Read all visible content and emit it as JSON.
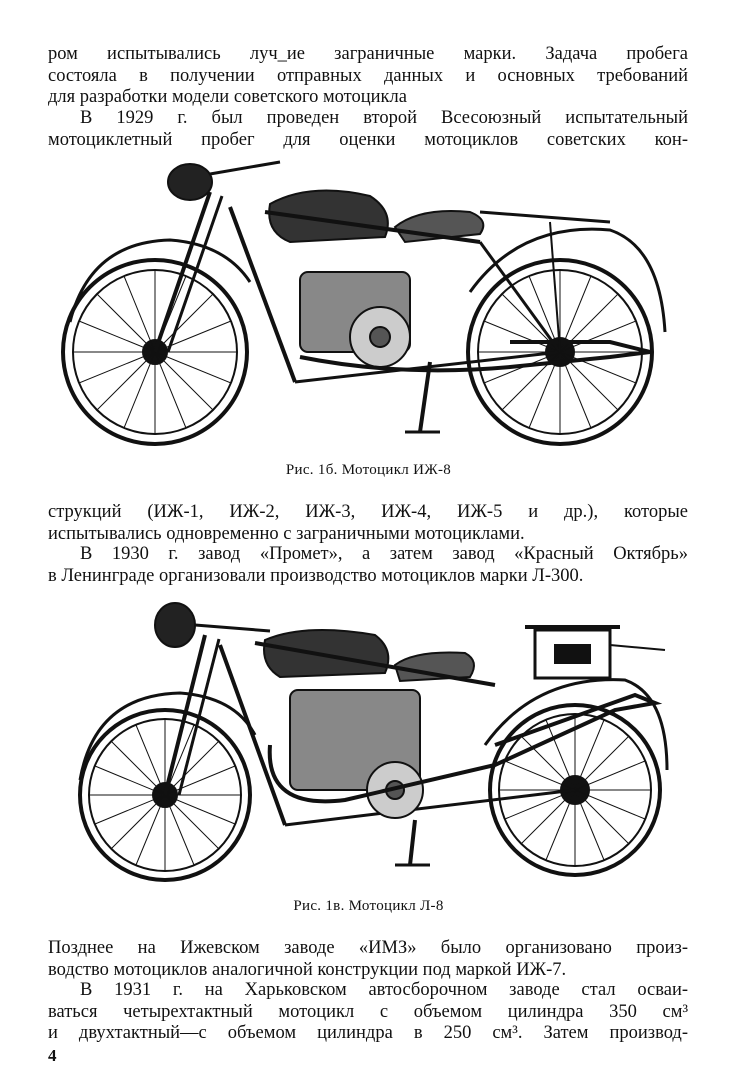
{
  "paragraphs": {
    "p1": [
      "ром испытывались луч_ие заграничные марки. Задача пробега",
      "состояла в получении отправных данных и основных требований",
      "для разработки модели советского мотоцикла"
    ],
    "p2": [
      "В 1929 г. был проведен второй Всесоюзный испытательный",
      "мотоциклетный пробег для оценки мотоциклов советских кон-"
    ],
    "p3": [
      "струкций (ИЖ-1, ИЖ-2, ИЖ-3, ИЖ-4, ИЖ-5 и др.), которые",
      "испытывались одновременно с заграничными мотоциклами."
    ],
    "p4": [
      "В 1930 г. завод «Промет», а затем завод «Красный Октябрь»",
      "в Ленинграде организовали производство мотоциклов марки Л-300."
    ],
    "p5": [
      "Позднее на Ижевском заводе «ИМЗ» было организовано произ-",
      "водство мотоциклов аналогичной конструкции под маркой ИЖ-7."
    ],
    "p6": [
      "В 1931 г. на Харьковском автосборочном заводе стал осваи-",
      "ваться четырехтактный мотоцикл с объемом цилиндра 350 см³",
      "и двухтактный—с объемом цилиндра в 250 см³. Затем производ-"
    ]
  },
  "figures": {
    "fig1_caption": "Рис. 1б. Мотоцикл ИЖ-8",
    "fig2_caption": "Рис. 1в. Мотоцикл Л-8"
  },
  "page_number": "4"
}
